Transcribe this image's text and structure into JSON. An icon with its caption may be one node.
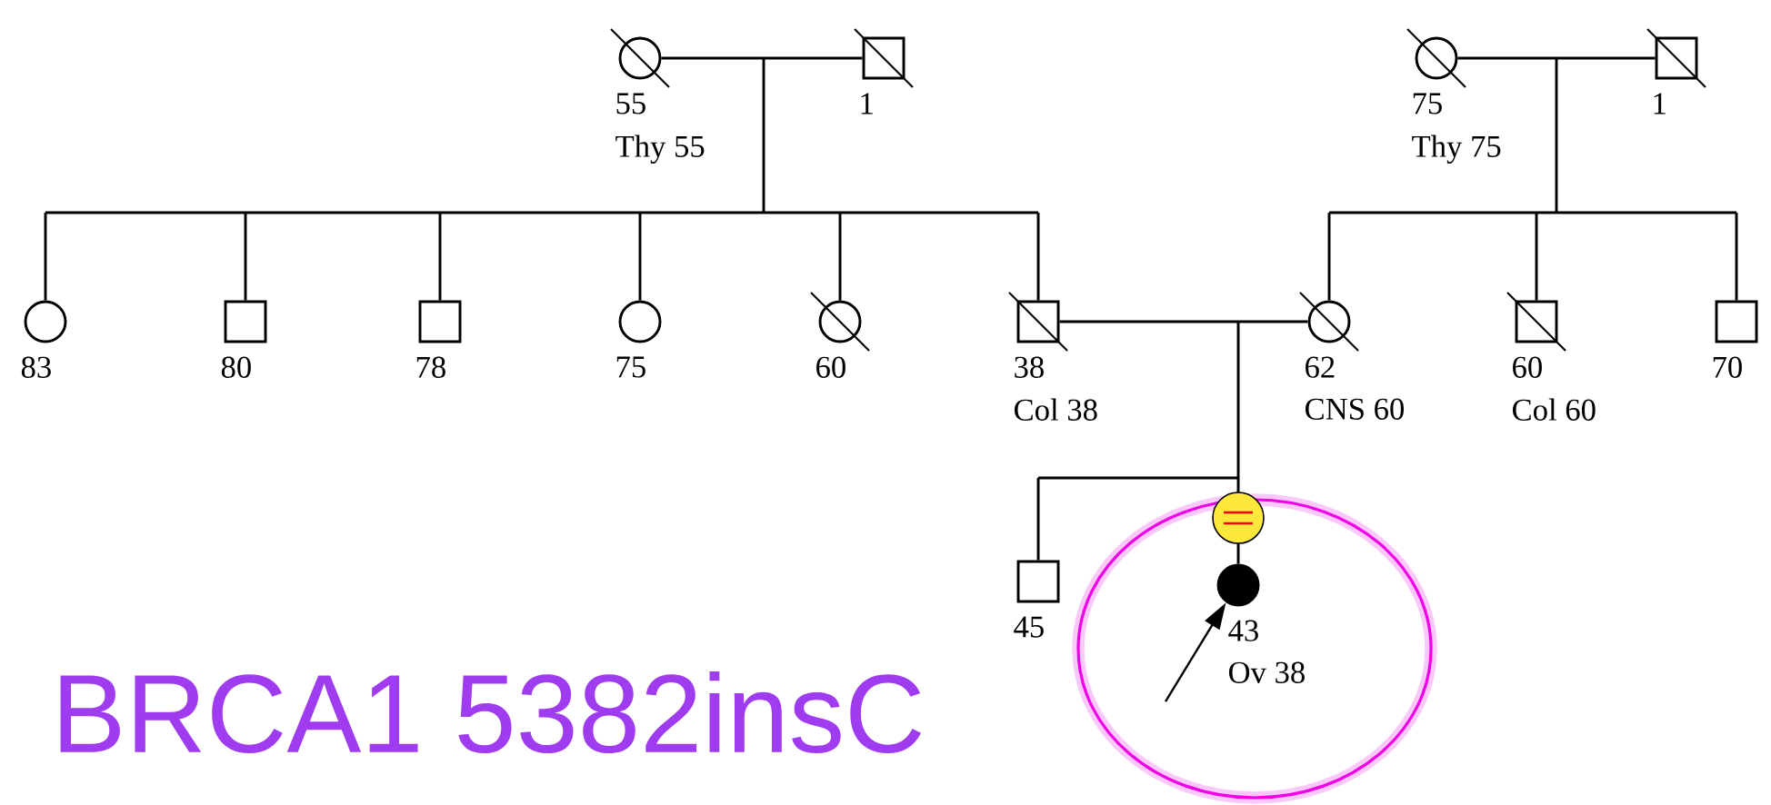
{
  "diagram": {
    "nodes": [
      {
        "text": [],
        "shape": "circle",
        "beside": [
          "55",
          "Thy 55"
        ]
      },
      {
        "text": [],
        "shape": "box",
        "beside": [
          "1"
        ]
      },
      {
        "text": [],
        "shape": "circle",
        "beside": [
          "75",
          "Thy 75"
        ]
      },
      {
        "text": [],
        "shape": "box",
        "beside": [
          "1"
        ]
      },
      {
        "text": [],
        "shape": "circle",
        "beside": [
          "83"
        ]
      },
      {
        "text": [],
        "shape": "box",
        "beside": [
          "80"
        ]
      },
      {
        "text": [],
        "shape": "box",
        "beside": [
          "78"
        ]
      },
      {
        "text": [],
        "shape": "circle",
        "beside": [
          "75"
        ]
      },
      {
        "text": [],
        "shape": "circle",
        "beside": [
          "60"
        ]
      },
      {
        "text": [],
        "shape": "box",
        "beside": [
          "38",
          "Col 38"
        ]
      },
      {
        "text": [],
        "shape": "circle",
        "beside": [
          "62",
          "CNS 60"
        ]
      },
      {
        "text": [],
        "shape": "box",
        "beside": [
          "60",
          "Col 60"
        ]
      },
      {
        "text": [],
        "shape": "box",
        "beside": [
          "70"
        ]
      },
      {
        "text": [],
        "shape": "box",
        "beside": [
          "45"
        ]
      },
      {
        "text": [],
        "shape": "circle",
        "beside": [
          "43",
          "Ov 38"
        ]
      }
    ],
    "edges": [
      {
        "from": 0,
        "to": 1,
        "arrow": "none"
      },
      {
        "from": 0,
        "to": 4,
        "arrow": "none"
      },
      {
        "from": 1,
        "to": 4,
        "arrow": "none"
      },
      {
        "from": 0,
        "to": 5,
        "arrow": "none"
      },
      {
        "from": 1,
        "to": 5,
        "arrow": "none"
      },
      {
        "from": 0,
        "to": 6,
        "arrow": "none"
      },
      {
        "from": 1,
        "to": 6,
        "arrow": "none"
      },
      {
        "from": 0,
        "to": 7,
        "arrow": "none"
      },
      {
        "from": 1,
        "to": 7,
        "arrow": "none"
      },
      {
        "from": 0,
        "to": 8,
        "arrow": "none"
      },
      {
        "from": 1,
        "to": 8,
        "arrow": "none"
      },
      {
        "from": 0,
        "to": 9,
        "arrow": "none"
      },
      {
        "from": 1,
        "to": 9,
        "arrow": "none"
      },
      {
        "from": 2,
        "to": 3,
        "arrow": "none"
      },
      {
        "from": 2,
        "to": 10,
        "arrow": "none"
      },
      {
        "from": 3,
        "to": 10,
        "arrow": "none"
      },
      {
        "from": 2,
        "to": 11,
        "arrow": "none"
      },
      {
        "from": 3,
        "to": 11,
        "arrow": "none"
      },
      {
        "from": 2,
        "to": 12,
        "arrow": "none"
      },
      {
        "from": 3,
        "to": 12,
        "arrow": "none"
      },
      {
        "from": 9,
        "to": 10,
        "arrow": "none"
      },
      {
        "from": 9,
        "to": 13,
        "arrow": "none"
      },
      {
        "from": 10,
        "to": 13,
        "arrow": "none"
      },
      {
        "from": 9,
        "to": 14,
        "arrow": "none"
      },
      {
        "from": 10,
        "to": 14,
        "arrow": "none"
      },
      {
        "from": null,
        "to": 14,
        "arrow": "to"
      }
    ],
    "labels": [
      "BRCA1 5382insC"
    ]
  }
}
